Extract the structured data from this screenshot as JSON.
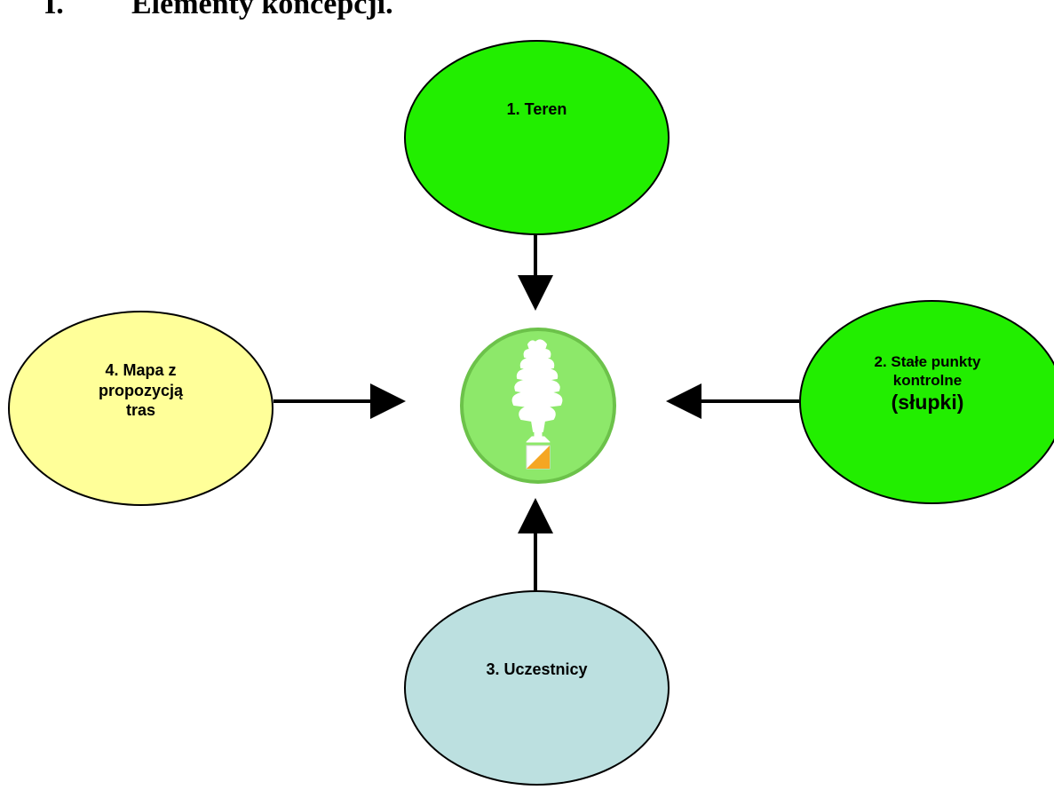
{
  "heading": {
    "number": "I.",
    "title": "Elementy koncepcji."
  },
  "nodes": {
    "teren": {
      "label": "1. Teren",
      "color": "#22ee00"
    },
    "slupki": {
      "line1": "2. Stałe punkty",
      "line2": "kontrolne",
      "line3": "(słupki)",
      "color": "#22ee00"
    },
    "uczestnicy": {
      "label": "3. Uczestnicy",
      "color": "#bce0e0"
    },
    "mapa": {
      "line1": "4. Mapa z",
      "line2": "propozycją",
      "line3": "tras",
      "color": "#ffff99"
    }
  },
  "logo": {
    "icon": "tree-orienteering-logo-icon",
    "outer_color": "#6cc24a",
    "inner_color": "#8de86a",
    "flag_colors": [
      "#ffffff",
      "#f5a623"
    ]
  },
  "arrow_color": "#000000"
}
